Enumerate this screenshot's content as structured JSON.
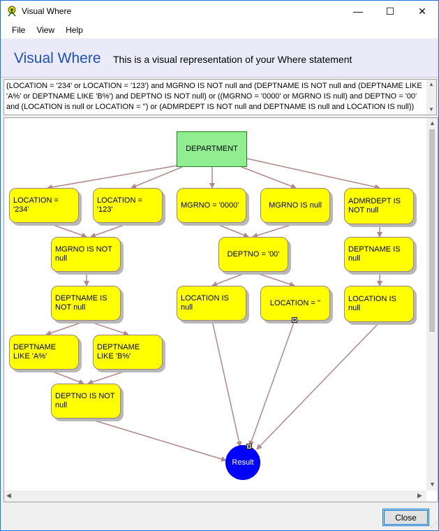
{
  "window": {
    "title": "Visual Where",
    "minimize_glyph": "—",
    "maximize_glyph": "☐",
    "close_glyph": "✕"
  },
  "menu": {
    "items": [
      "File",
      "View",
      "Help"
    ]
  },
  "banner": {
    "title": "Visual Where",
    "subtitle": "This is a visual representation of your Where statement"
  },
  "where_statement": {
    "text": "(LOCATION = '234' or LOCATION = '123') and MGRNO IS NOT null and (DEPTNAME IS NOT null and (DEPTNAME LIKE 'A%' or DEPTNAME LIKE 'B%') and DEPTNO IS NOT null) or ((MGRNO = '0000' or MGRNO IS null) and DEPTNO = '00' and (LOCATION is null or LOCATION = '') or (ADMRDEPT IS NOT null and DEPTNAME IS null and LOCATION IS null))"
  },
  "diagram": {
    "root": "DEPARTMENT",
    "nodes": {
      "loc234": "LOCATION = '234'",
      "loc123": "LOCATION = '123'",
      "mgrno0000": "MGRNO = '0000'",
      "mgrnoNull": "MGRNO IS null",
      "admrdept": "ADMRDEPT IS NOT null",
      "mgrnoNotNull": "MGRNO IS NOT null",
      "deptno00": "DEPTNO = '00'",
      "deptnameNull": "DEPTNAME IS null",
      "deptnameNotNull": "DEPTNAME IS NOT null",
      "locNull1": "LOCATION IS null",
      "locEmpty": "LOCATION = ''",
      "locNull2": "LOCATION IS null",
      "likeA": "DEPTNAME LIKE 'A%'",
      "likeB": "DEPTNAME LIKE 'B%'",
      "deptnoNotNull": "DEPTNO IS NOT null"
    },
    "result": "Result",
    "edge_color": "#b08888",
    "node_color": "#ffff00",
    "root_color": "#90ee90",
    "result_color": "#0000ff"
  },
  "footer": {
    "close_label": "Close"
  }
}
